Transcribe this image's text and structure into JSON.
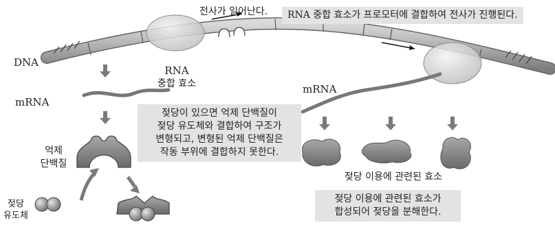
{
  "labels": {
    "dna": "DNA",
    "rna_polymerase_line1": "RNA",
    "rna_polymerase_line2": "중합 효소",
    "mrna_left": "mRNA",
    "mrna_right": "mRNA",
    "repressor_line1": "억제",
    "repressor_line2": "단백질",
    "inducer_line1": "젖당",
    "inducer_line2": "유도체",
    "transcription_occurs": "전사가 일어난다.",
    "enzymes_caption": "젖당 이용에 관련된 효소"
  },
  "boxes": {
    "top_note": "RNA 중합 효소가 프로모터에 결합하여 전사가 진행된다.",
    "repressor_note": [
      "젖당이 있으면 억제 단백질이",
      "젖당 유도체와 결합하여 구조가",
      "변형되고, 변형된 억제 단백질은",
      "작동 부위에 결합하지 못한다."
    ],
    "enzyme_note": [
      "젖당 이용에 관련된 효소가",
      "합성되어 젖당을 분해한다."
    ]
  },
  "colors": {
    "note_box": "#e3e3e3",
    "dna_strand": "#9a9a9a",
    "protein": "#8c8c8c",
    "arrow": "#7a7a7a"
  }
}
